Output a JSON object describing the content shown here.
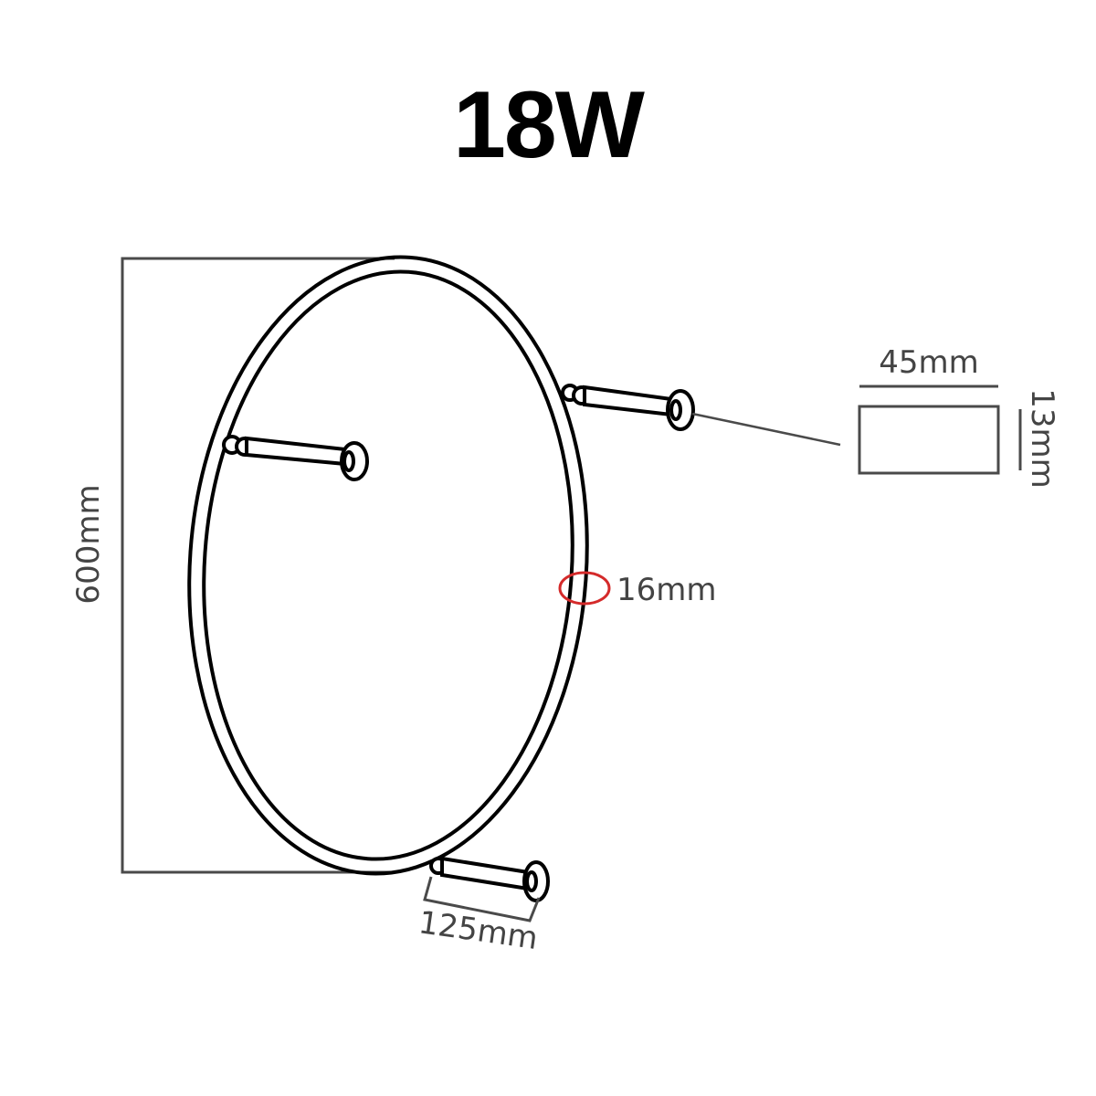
{
  "title": "18W",
  "dimensions": {
    "height": "600mm",
    "ring_thickness": "16mm",
    "standoff_length": "125mm",
    "profile_width": "45mm",
    "profile_height": "13mm"
  },
  "colors": {
    "outline": "#000000",
    "dimension_line": "#4a4a4a",
    "highlight": "#d42a2a"
  }
}
